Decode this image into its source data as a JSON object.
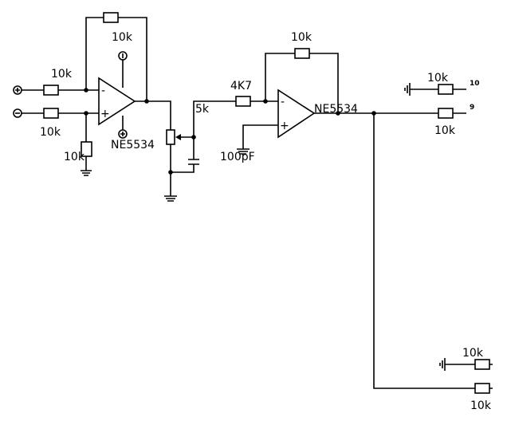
{
  "diagram": {
    "labels": {
      "r_feedback1": "10k",
      "r_in_plus": "10k",
      "r_in_minus": "10k",
      "r_ground1": "10k",
      "opamp1": "NE5534",
      "pot": "5k",
      "r_series": "4K7",
      "cap": "100pF",
      "r_feedback2": "10k",
      "opamp2": "NE5534",
      "r_out_top": "10k",
      "r_out_mid": "10k",
      "r_out_b1": "10k",
      "r_out_b2": "10k",
      "pin_10": "10",
      "pin_9": "9",
      "minus_sign": "-",
      "plus_sign": "+"
    }
  }
}
